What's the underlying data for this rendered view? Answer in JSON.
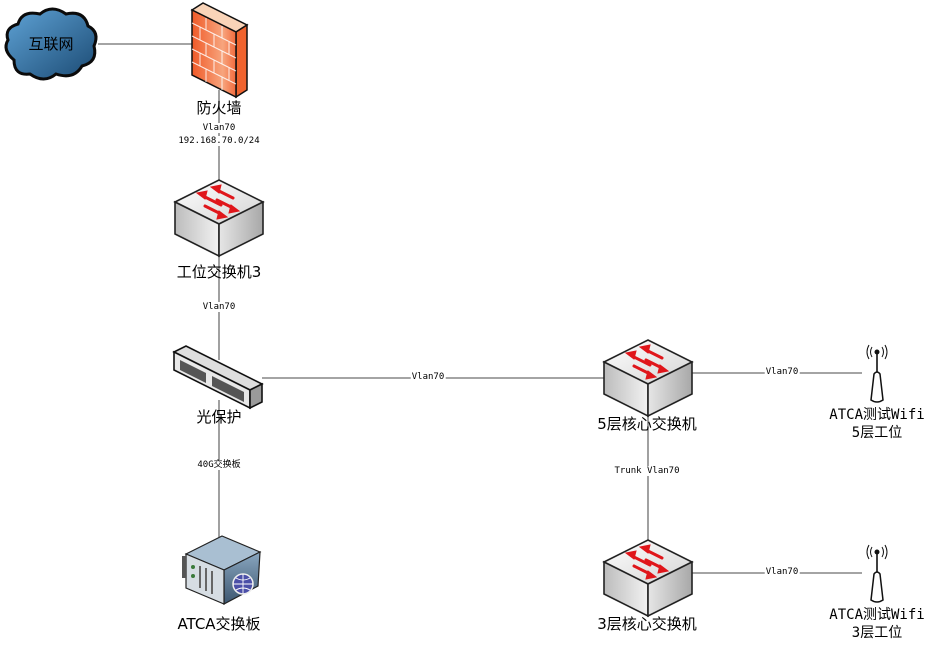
{
  "diagram": {
    "nodes": {
      "internet": {
        "label": "互联网",
        "icon": "cloud-icon"
      },
      "firewall": {
        "label": "防火墙",
        "icon": "firewall-icon"
      },
      "workstation_switch3": {
        "label": "工位交换机3",
        "icon": "switch-icon"
      },
      "optical_protection": {
        "label": "光保护",
        "icon": "patch-panel-icon"
      },
      "atca_board": {
        "label": "ATCA交换板",
        "icon": "server-icon"
      },
      "core_switch_5f": {
        "label": "5层核心交换机",
        "icon": "switch-icon"
      },
      "core_switch_3f": {
        "label": "3层核心交换机",
        "icon": "switch-icon"
      },
      "wifi_5f": {
        "label_line1": "ATCA测试Wifi",
        "label_line2": "5层工位",
        "icon": "wifi-ap-icon"
      },
      "wifi_3f": {
        "label_line1": "ATCA测试Wifi",
        "label_line2": "3层工位",
        "icon": "wifi-ap-icon"
      }
    },
    "links": {
      "firewall_to_switch3": {
        "line1": "Vlan70",
        "line2": "192.168.70.0/24"
      },
      "switch3_to_optical": "Vlan70",
      "optical_to_core5": "Vlan70",
      "optical_to_atca": "40G交换板",
      "core5_to_wifi5": "Vlan70",
      "core5_to_core3": "Trunk Vlan70",
      "core3_to_wifi3": "Vlan70"
    },
    "colors": {
      "firewall": "#f26a3c",
      "cloud": "#2f6f9f",
      "arrow": "#e0161b",
      "line": "#777777"
    }
  }
}
